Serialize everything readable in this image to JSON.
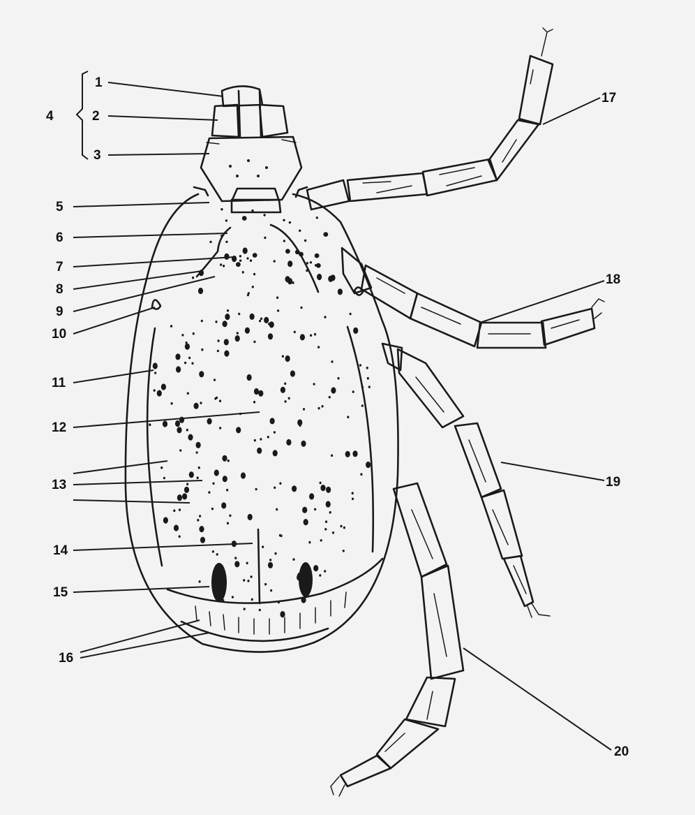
{
  "labels": {
    "l1": "1",
    "l2": "2",
    "l3": "3",
    "l4": "4",
    "l5": "5",
    "l6": "6",
    "l7": "7",
    "l8": "8",
    "l9": "9",
    "l10": "10",
    "l11": "11",
    "l12": "12",
    "l13": "13",
    "l14": "14",
    "l15": "15",
    "l16": "16",
    "l17": "17",
    "l18": "18",
    "l19": "19",
    "l20": "20"
  },
  "colors": {
    "paper": "#f3f3f3",
    "ink": "#1a1a1a"
  }
}
